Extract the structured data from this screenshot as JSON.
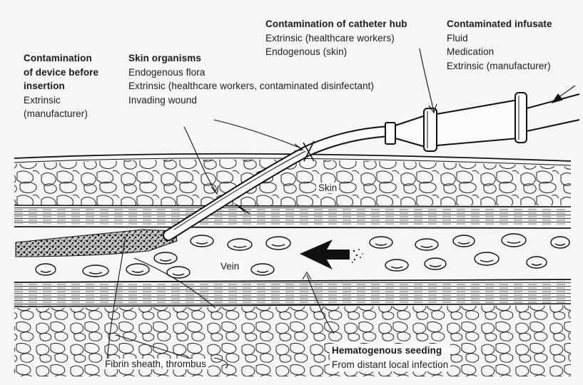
{
  "labels": {
    "device": {
      "title_lines": [
        "Contamination",
        "of device before",
        "insertion"
      ],
      "lines": [
        "Extrinsic",
        "(manufacturer)"
      ]
    },
    "skin_organisms": {
      "title": "Skin organisms",
      "lines": [
        "Endogenous flora",
        "Extrinsic (healthcare workers, contaminated disinfectant)",
        "Invading wound"
      ]
    },
    "hub": {
      "title": "Contamination of catheter hub",
      "lines": [
        "Extrinsic (healthcare workers)",
        "Endogenous (skin)"
      ]
    },
    "infusate": {
      "title": "Contaminated infusate",
      "lines": [
        "Fluid",
        "Medication",
        "Extrinsic (manufacturer)"
      ]
    },
    "skin": "Skin",
    "vein": "Vein",
    "fibrin": "Fibrin sheath, thrombus",
    "hematogenous": {
      "title": "Hematogenous seeding",
      "line": "From distant local infection"
    }
  },
  "colors": {
    "ink": "#1a1a1a",
    "paper": "#f6f6f4"
  }
}
